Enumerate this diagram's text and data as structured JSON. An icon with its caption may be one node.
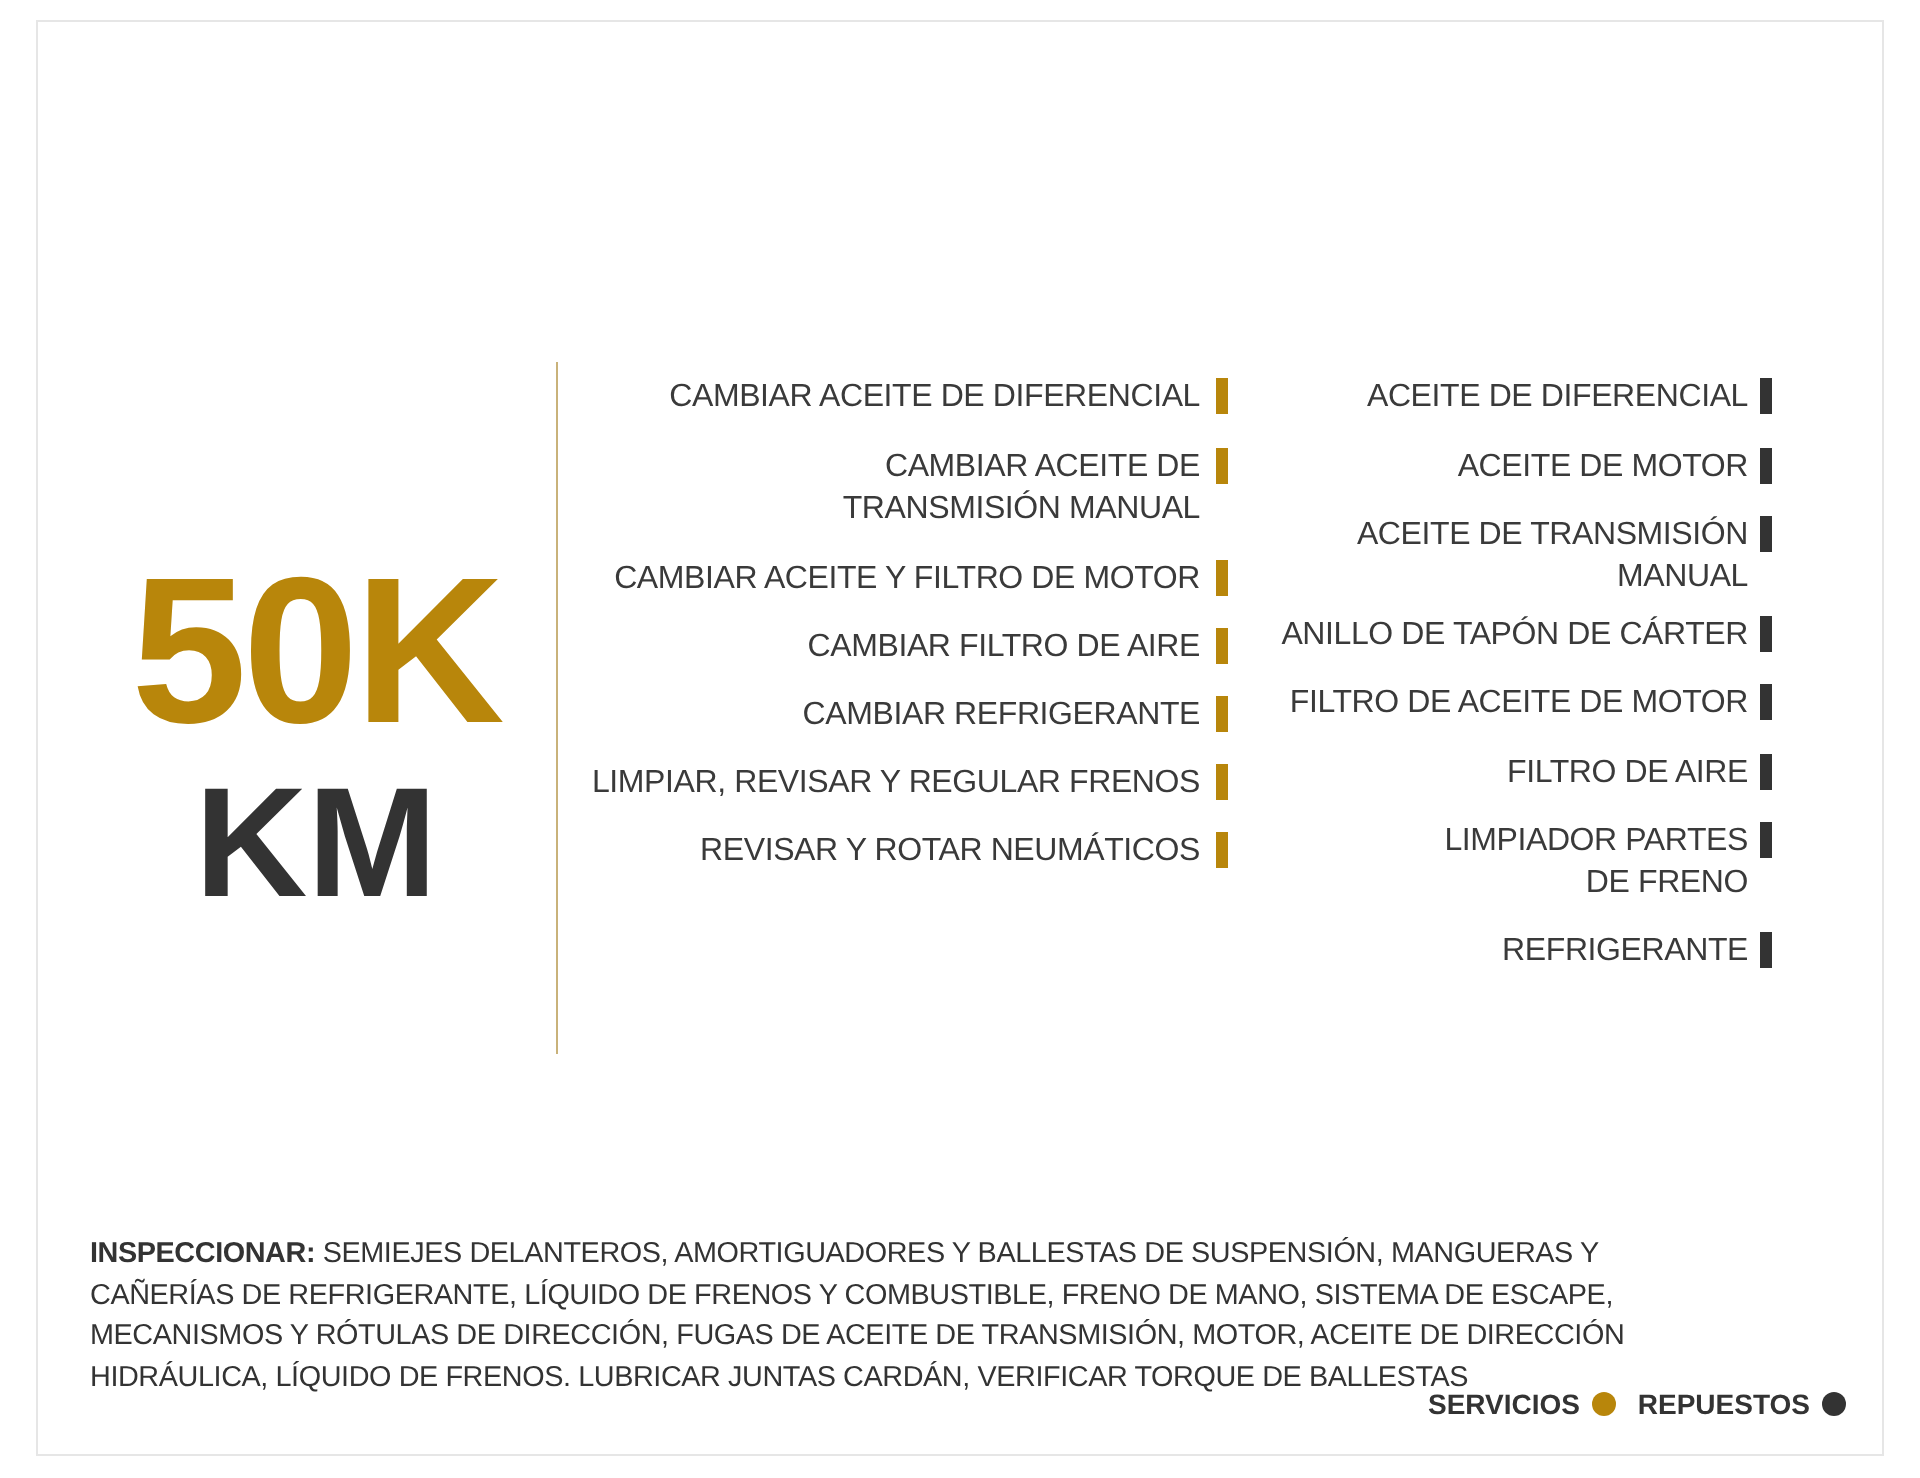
{
  "diagram": {
    "title": "50K",
    "labels": [
      "KM",
      "CAMBIAR ACEITE DE DIFERENCIAL",
      "CAMBIAR ACEITE DE TRANSMISIÓN MANUAL",
      "CAMBIAR ACEITE Y FILTRO DE MOTOR",
      "CAMBIAR FILTRO DE AIRE",
      "CAMBIAR REFRIGERANTE",
      "LIMPIAR, REVISAR Y REGULAR FRENOS",
      "REVISAR Y ROTAR NEUMÁTICOS",
      "ACEITE DE DIFERENCIAL",
      "ACEITE DE MOTOR",
      "ACEITE DE TRANSMISIÓN MANUAL",
      "ANILLO DE TAPÓN DE CÁRTER",
      "FILTRO DE ACEITE DE MOTOR",
      "FILTRO DE AIRE",
      "LIMPIADOR PARTES DE FRENO",
      "REFRIGERANTE",
      "**INSPECCIONAR:** SEMIEJES DELANTEROS, AMORTIGUADORES Y BALLESTAS DE SUSPENSIÓN, MANGUERAS Y CAÑERÍAS DE REFRIGERANTE, LÍQUIDO DE FRENOS Y COMBUSTIBLE, FRENO DE MANO, SISTEMA DE ESCAPE, MECANISMOS Y RÓTULAS DE DIRECCIÓN, FUGAS DE ACEITE DE TRANSMISIÓN, MOTOR, ACEITE DE DIRECCIÓN HIDRÁULICA, LÍQUIDO DE FRENOS. LUBRICAR JUNTAS CARDÁN, VERIFICAR TORQUE DE BALLESTAS"
    ],
    "legend": [
      {
        "text": "SERVICIOS",
        "color": "#b8860b"
      },
      {
        "text": "REPUESTOS",
        "color": "#333333"
      }
    ]
  }
}
